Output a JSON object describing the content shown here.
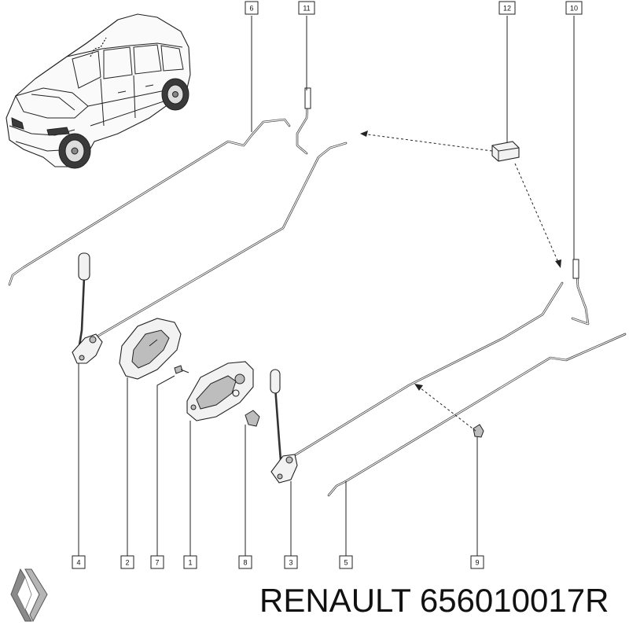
{
  "callouts": [
    {
      "label": "6"
    },
    {
      "label": "11"
    },
    {
      "label": "12"
    },
    {
      "label": "10"
    },
    {
      "label": "4"
    },
    {
      "label": "2"
    },
    {
      "label": "7"
    },
    {
      "label": "1"
    },
    {
      "label": "8"
    },
    {
      "label": "3"
    },
    {
      "label": "5"
    },
    {
      "label": "9"
    }
  ],
  "footer": {
    "brand": "RENAULT",
    "part_number": "656010017R"
  },
  "logo": {
    "name": "renault-diamond-logo"
  }
}
